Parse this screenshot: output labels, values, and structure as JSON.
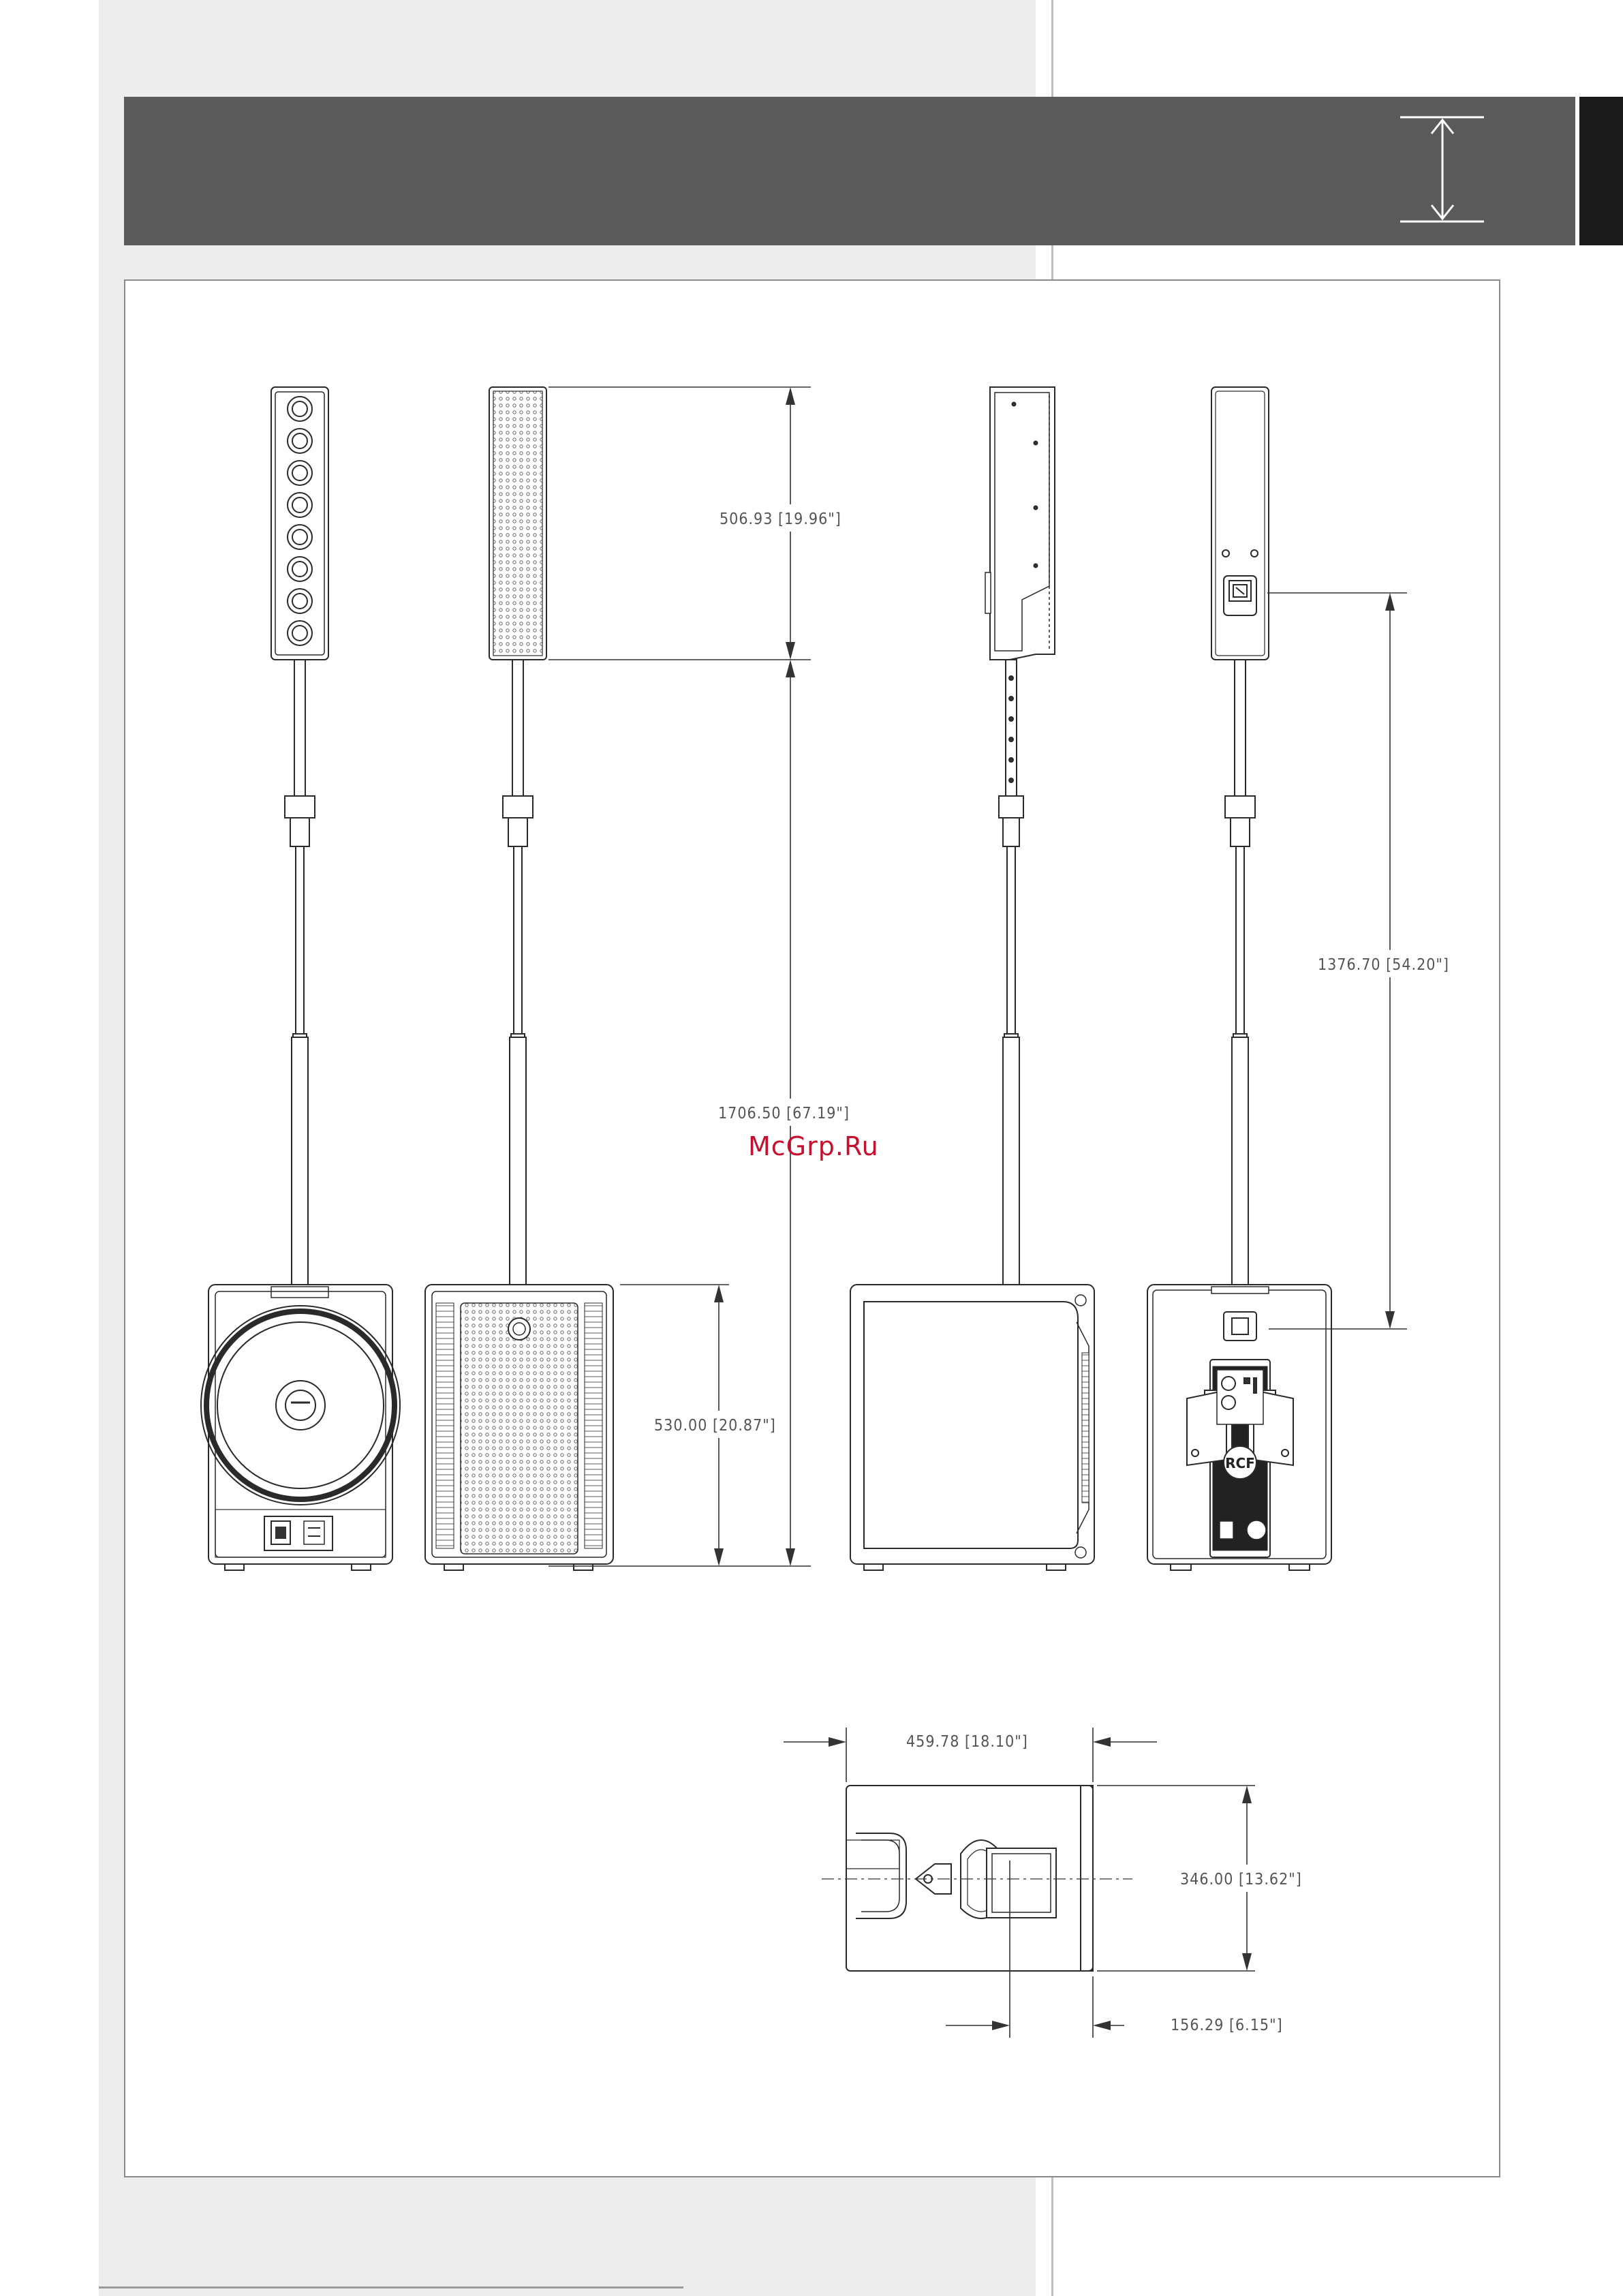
{
  "header": {
    "band_color": "#5b5a5a",
    "tab_color": "#1a1a1a",
    "icon": "height-dimension-icon"
  },
  "dimensions": {
    "column_height": "506.93 [19.96\"]",
    "overall_height": "1706.50 [67.19\"]",
    "pole_height": "1376.70 [54.20\"]",
    "sub_height": "530.00 [20.87\"]",
    "top_width": "459.78 [18.10\"]",
    "top_depth": "346.00 [13.62\"]",
    "socket_offset": "156.29 [6.15\"]"
  },
  "watermark": {
    "text": "McGrp.Ru",
    "color": "#c8102e"
  },
  "logo": {
    "text": "RCF"
  }
}
